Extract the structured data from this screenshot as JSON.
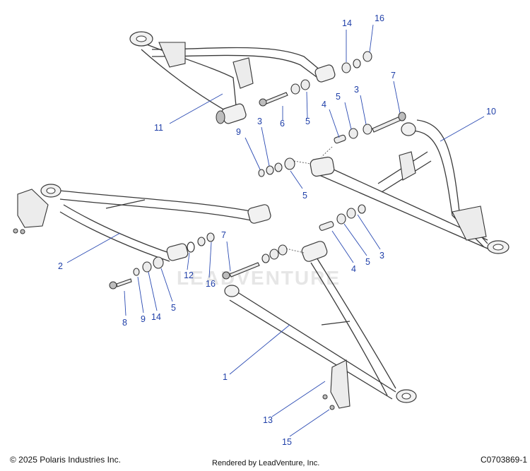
{
  "callouts": {
    "c1": "1",
    "c2": "2",
    "c3a": "3",
    "c3b": "3",
    "c3c": "3",
    "c4a": "4",
    "c4b": "4",
    "c5a": "5",
    "c5b": "5",
    "c5c": "5",
    "c5d": "5",
    "c5e": "5",
    "c6": "6",
    "c7a": "7",
    "c7b": "7",
    "c8": "8",
    "c9a": "9",
    "c9b": "9",
    "c10": "10",
    "c11": "11",
    "c12": "12",
    "c13": "13",
    "c14a": "14",
    "c14b": "14",
    "c15": "15",
    "c16a": "16",
    "c16b": "16"
  },
  "footer": {
    "copyright": "© 2025 Polaris Industries Inc.",
    "rendered_by": "Rendered by LeadVenture, Inc.",
    "drawing_code": "C0703869-1"
  },
  "watermark": "LEADVENTURE",
  "colors": {
    "callout": "#1f3fa8",
    "line": "#333333",
    "part_fill": "#ececec"
  }
}
